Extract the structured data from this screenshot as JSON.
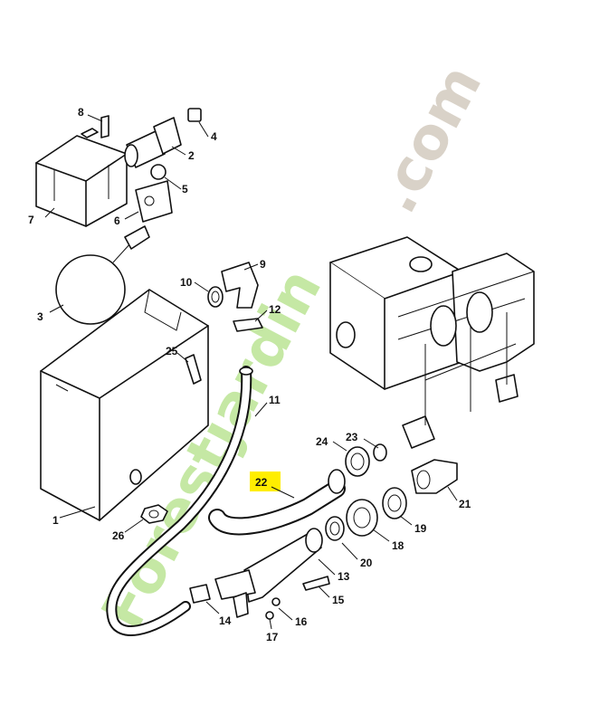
{
  "watermark": {
    "part1": "Forestjardin",
    "part2": ".com",
    "color1": "#c5e8a4",
    "color2": "#d9d2c8"
  },
  "highlight_color": "#ffee00",
  "callouts": [
    {
      "id": "c8",
      "text": "8"
    },
    {
      "id": "c4",
      "text": "4"
    },
    {
      "id": "c2",
      "text": "2"
    },
    {
      "id": "c5",
      "text": "5"
    },
    {
      "id": "c7",
      "text": "7"
    },
    {
      "id": "c6",
      "text": "6"
    },
    {
      "id": "c3",
      "text": "3"
    },
    {
      "id": "c9",
      "text": "9"
    },
    {
      "id": "c10",
      "text": "10"
    },
    {
      "id": "c12",
      "text": "12"
    },
    {
      "id": "c25",
      "text": "25"
    },
    {
      "id": "c11",
      "text": "11"
    },
    {
      "id": "c23",
      "text": "23"
    },
    {
      "id": "c24",
      "text": "24"
    },
    {
      "id": "c22",
      "text": "22"
    },
    {
      "id": "c21",
      "text": "21"
    },
    {
      "id": "c19",
      "text": "19"
    },
    {
      "id": "c18",
      "text": "18"
    },
    {
      "id": "c20",
      "text": "20"
    },
    {
      "id": "c13",
      "text": "13"
    },
    {
      "id": "c15",
      "text": "15"
    },
    {
      "id": "c16",
      "text": "16"
    },
    {
      "id": "c17",
      "text": "17"
    },
    {
      "id": "c14",
      "text": "14"
    },
    {
      "id": "c26",
      "text": "26"
    },
    {
      "id": "c1",
      "text": "1"
    }
  ]
}
